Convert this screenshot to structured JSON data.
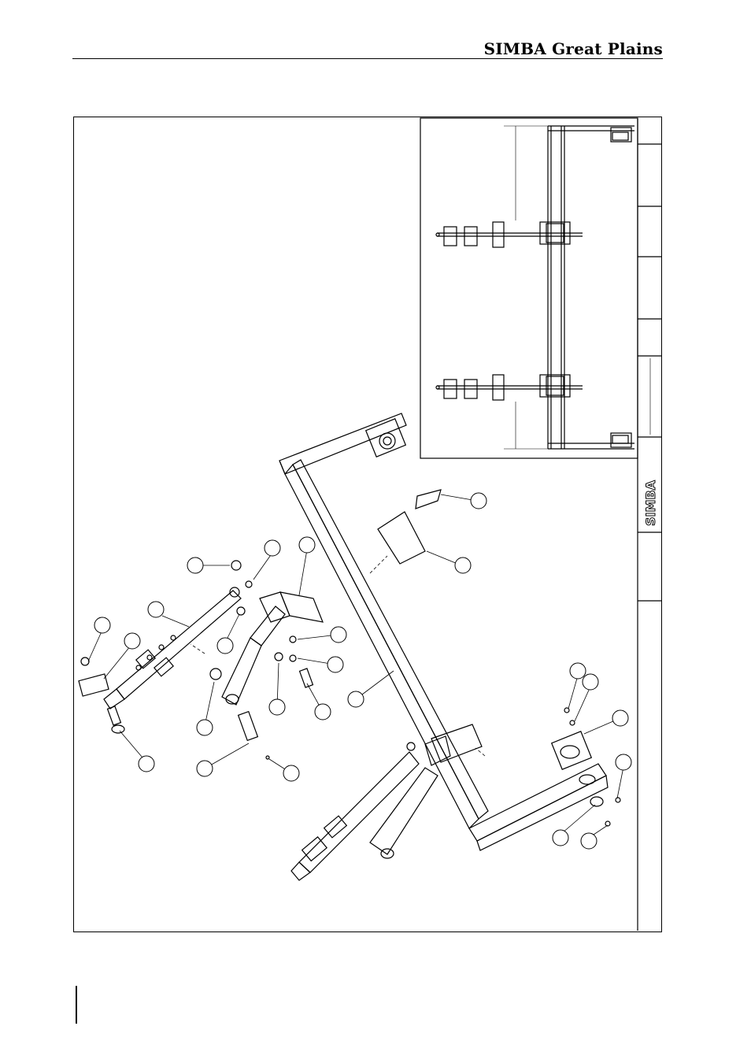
{
  "header": {
    "brand_primary": "SIMBA",
    "brand_secondary": "Great Plains"
  },
  "title_block": {
    "logo_text": "SIMBA"
  },
  "colors": {
    "ink": "#000000",
    "paper": "#ffffff"
  },
  "callouts": 26
}
